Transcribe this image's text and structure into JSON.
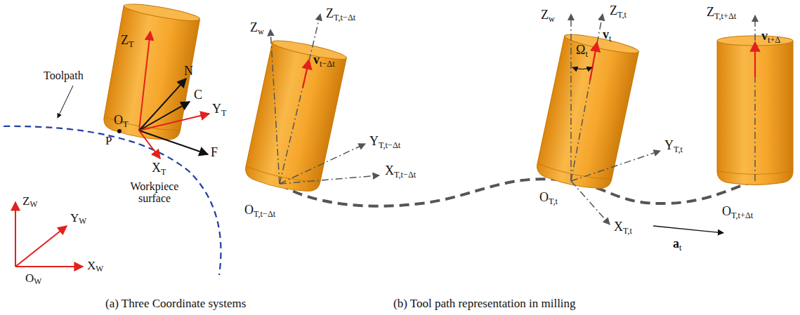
{
  "diagram": {
    "labels": [
      "Toolpath",
      "ZT",
      "N",
      "C",
      "OT",
      "YT",
      "P",
      "F",
      "XT",
      "Workpiece surface",
      "ZW",
      "YW",
      "OW",
      "XW",
      "(a) Three Coordinate systems",
      "Zw",
      "ZT,t−Δt",
      "vt−Δt",
      "YT,t−Δt",
      "XT,t−Δt",
      "OT,t−Δt",
      "Zw",
      "ZT,t",
      "Ωt",
      "vt",
      "YT,t",
      "OT,t",
      "XT,t",
      "at",
      "ZT,t+Δt",
      "vt+Δ",
      "OT,t+Δt",
      "(b) Tool path representation in milling"
    ]
  }
}
